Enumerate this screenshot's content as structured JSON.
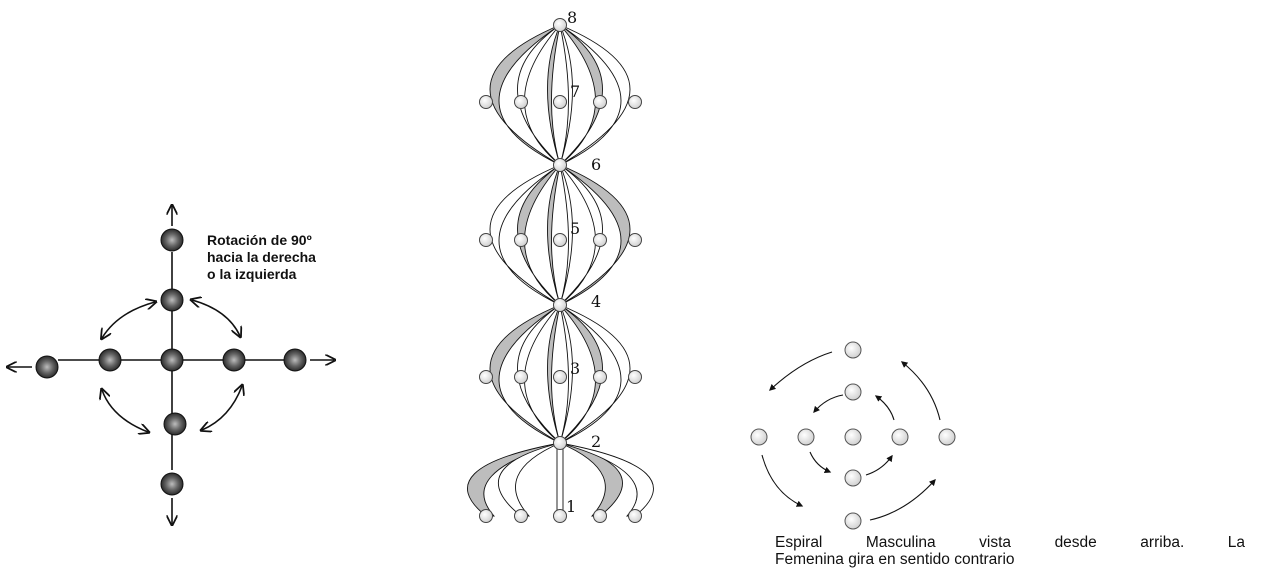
{
  "left_figure": {
    "label_lines": [
      "Rotación de 90º",
      "hacia la derecha",
      "o la izquierda"
    ]
  },
  "center_figure": {
    "level_numbers": [
      "1",
      "2",
      "3",
      "4",
      "5",
      "6",
      "7",
      "8"
    ]
  },
  "right_figure": {
    "caption_line1": "Espiral Masculina vista desde arriba. La",
    "caption_line2": "Femenina gira en sentido contrario"
  },
  "colors": {
    "ink": "#111111",
    "sphere_dark": "#333333",
    "sphere_light": "#e6e6e6",
    "ribbon_shade": "#bdbdbd"
  }
}
